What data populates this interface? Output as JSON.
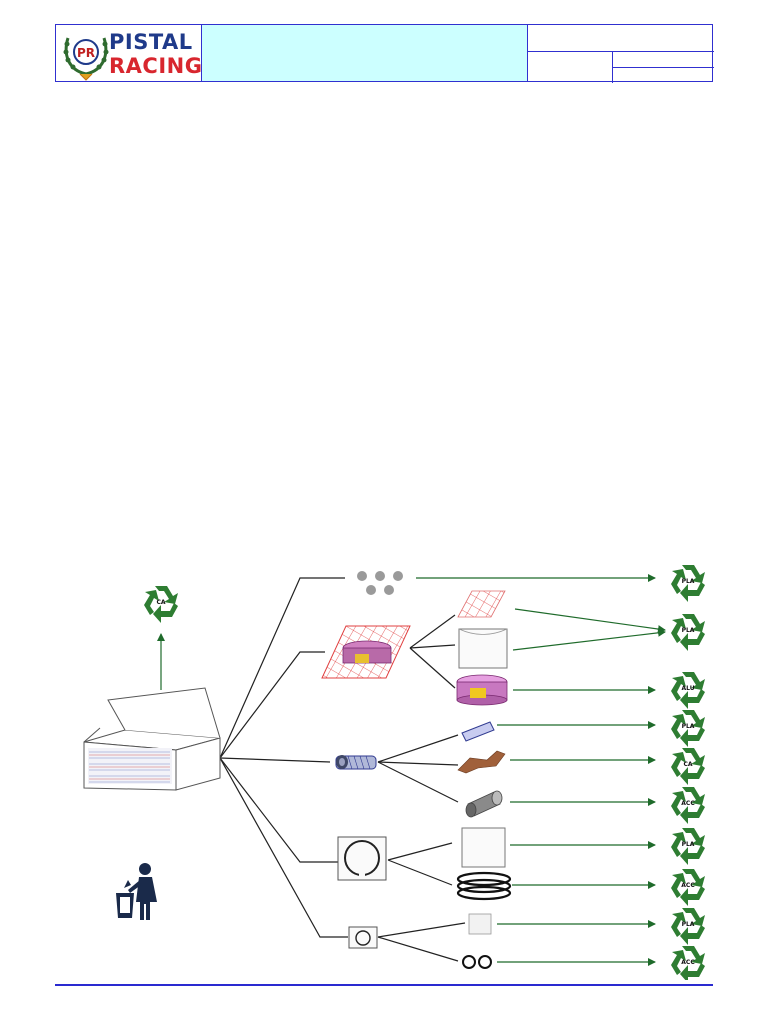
{
  "header": {
    "logo": {
      "line1": "PISTAL",
      "line2": "RACING",
      "monogram": "PR"
    },
    "title": "",
    "cells": [
      "",
      "",
      ""
    ]
  },
  "diagram": {
    "nodes": {
      "box": "pistal-box",
      "trash": "person-trash-icon"
    },
    "source_recycle_label": "CA",
    "recycle_labels": [
      "PLA",
      "PLA",
      "ALU",
      "PLA",
      "CA",
      "ACC",
      "PLA",
      "ACC",
      "PLA",
      "ACC"
    ]
  },
  "colors": {
    "header_border": "#3030d0",
    "title_fill": "#ccffff",
    "recycle_green": "#2e7d32",
    "arrow_green": "#1f6b2b",
    "footer_line": "#2a2ad0"
  }
}
